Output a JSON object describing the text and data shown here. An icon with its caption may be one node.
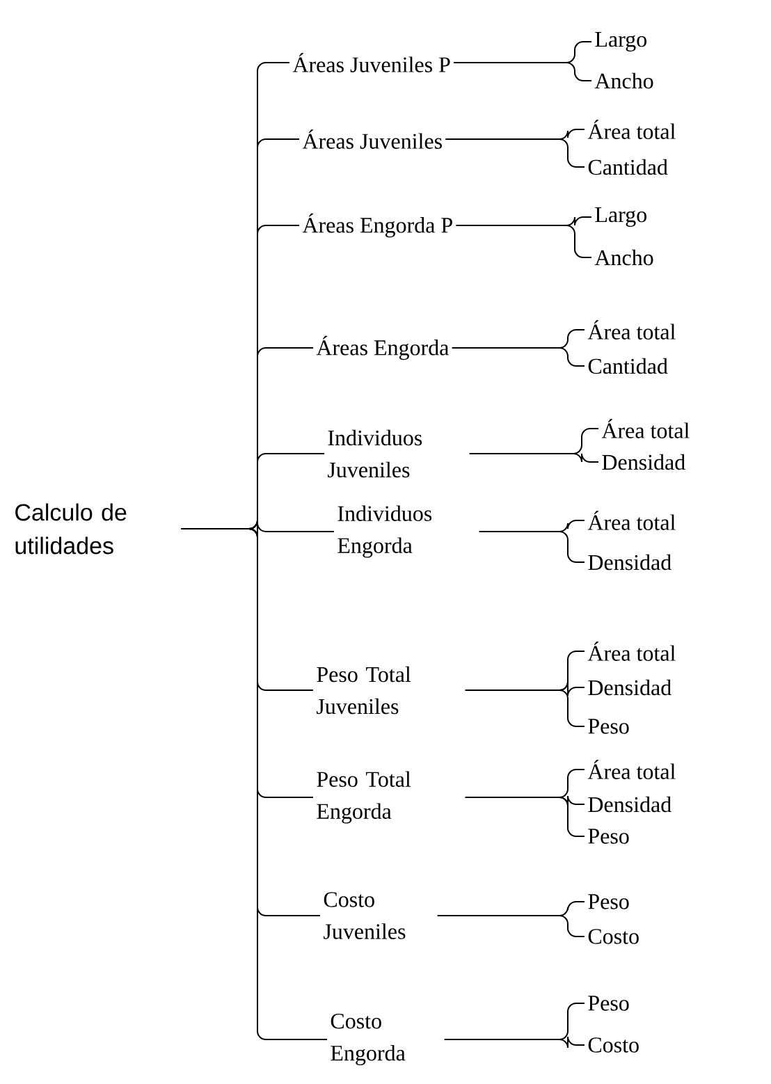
{
  "diagram": {
    "nodes": [
      {
        "text": [
          "Calculo de utilidades"
        ]
      },
      {
        "text": [
          "Áreas Juveniles P"
        ]
      },
      {
        "text": [
          "Largo"
        ]
      },
      {
        "text": [
          "Ancho"
        ]
      },
      {
        "text": [
          "Áreas Juveniles"
        ]
      },
      {
        "text": [
          "Área total"
        ]
      },
      {
        "text": [
          "Cantidad"
        ]
      },
      {
        "text": [
          "Áreas Engorda P"
        ]
      },
      {
        "text": [
          "Largo"
        ]
      },
      {
        "text": [
          "Ancho"
        ]
      },
      {
        "text": [
          "Áreas Engorda"
        ]
      },
      {
        "text": [
          "Área total"
        ]
      },
      {
        "text": [
          "Cantidad"
        ]
      },
      {
        "text": [
          "Individuos Juveniles"
        ]
      },
      {
        "text": [
          "Área total"
        ]
      },
      {
        "text": [
          "Densidad"
        ]
      },
      {
        "text": [
          "Individuos Engorda"
        ]
      },
      {
        "text": [
          "Área total"
        ]
      },
      {
        "text": [
          "Densidad"
        ]
      },
      {
        "text": [
          "Peso Total Juveniles"
        ]
      },
      {
        "text": [
          "Área total"
        ]
      },
      {
        "text": [
          "Densidad"
        ]
      },
      {
        "text": [
          "Peso"
        ]
      },
      {
        "text": [
          "Peso Total Engorda"
        ]
      },
      {
        "text": [
          "Área total"
        ]
      },
      {
        "text": [
          "Densidad"
        ]
      },
      {
        "text": [
          "Peso"
        ]
      },
      {
        "text": [
          "Costo Juveniles"
        ]
      },
      {
        "text": [
          "Peso"
        ]
      },
      {
        "text": [
          "Costo"
        ]
      },
      {
        "text": [
          "Costo Engorda"
        ]
      },
      {
        "text": [
          "Peso"
        ]
      },
      {
        "text": [
          "Costo"
        ]
      }
    ],
    "edges": [
      {
        "from": 0,
        "to": 1,
        "arrow": "none"
      },
      {
        "from": 0,
        "to": 4,
        "arrow": "none"
      },
      {
        "from": 0,
        "to": 7,
        "arrow": "none"
      },
      {
        "from": 0,
        "to": 10,
        "arrow": "none"
      },
      {
        "from": 0,
        "to": 13,
        "arrow": "none"
      },
      {
        "from": 0,
        "to": 16,
        "arrow": "none"
      },
      {
        "from": 0,
        "to": 19,
        "arrow": "none"
      },
      {
        "from": 0,
        "to": 23,
        "arrow": "none"
      },
      {
        "from": 0,
        "to": 27,
        "arrow": "none"
      },
      {
        "from": 0,
        "to": 30,
        "arrow": "none"
      },
      {
        "from": 1,
        "to": 2,
        "arrow": "none"
      },
      {
        "from": 1,
        "to": 3,
        "arrow": "none"
      },
      {
        "from": 4,
        "to": 5,
        "arrow": "none"
      },
      {
        "from": 4,
        "to": 6,
        "arrow": "none"
      },
      {
        "from": 7,
        "to": 8,
        "arrow": "none"
      },
      {
        "from": 7,
        "to": 9,
        "arrow": "none"
      },
      {
        "from": 10,
        "to": 11,
        "arrow": "none"
      },
      {
        "from": 10,
        "to": 12,
        "arrow": "none"
      },
      {
        "from": 13,
        "to": 14,
        "arrow": "none"
      },
      {
        "from": 13,
        "to": 15,
        "arrow": "none"
      },
      {
        "from": 16,
        "to": 17,
        "arrow": "none"
      },
      {
        "from": 16,
        "to": 18,
        "arrow": "none"
      },
      {
        "from": 19,
        "to": 20,
        "arrow": "none"
      },
      {
        "from": 19,
        "to": 21,
        "arrow": "none"
      },
      {
        "from": 19,
        "to": 22,
        "arrow": "none"
      },
      {
        "from": 23,
        "to": 24,
        "arrow": "none"
      },
      {
        "from": 23,
        "to": 25,
        "arrow": "none"
      },
      {
        "from": 23,
        "to": 26,
        "arrow": "none"
      },
      {
        "from": 27,
        "to": 28,
        "arrow": "none"
      },
      {
        "from": 27,
        "to": 29,
        "arrow": "none"
      },
      {
        "from": 30,
        "to": 31,
        "arrow": "none"
      },
      {
        "from": 30,
        "to": 32,
        "arrow": "none"
      }
    ]
  }
}
